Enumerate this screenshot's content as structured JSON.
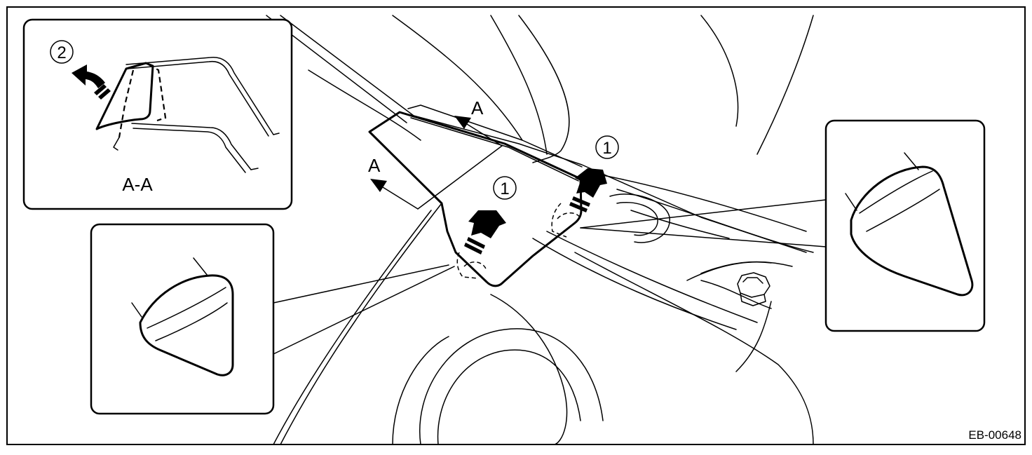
{
  "diagram": {
    "section_label": "A-A",
    "section_mark_1": "A",
    "section_mark_2": "A",
    "callout_1_left": "1",
    "callout_1_right": "1",
    "callout_2": "2",
    "figure_code": "EB-00648"
  },
  "icons": [
    "push-arrow-icon",
    "pull-arrow-icon",
    "section-arrow-icon"
  ]
}
